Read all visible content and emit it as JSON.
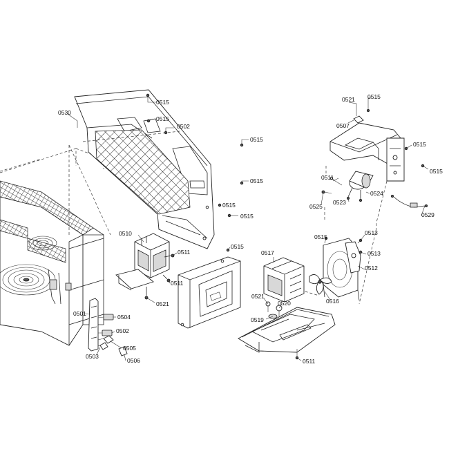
{
  "labels": [
    {
      "id": "l0515a",
      "text": "0515"
    },
    {
      "id": "l0530",
      "text": "0530"
    },
    {
      "id": "l0515b",
      "text": "0515"
    },
    {
      "id": "l0502a",
      "text": "0502"
    },
    {
      "id": "l0515c",
      "text": "0515"
    },
    {
      "id": "l0515d",
      "text": "0515"
    },
    {
      "id": "l0515e",
      "text": "0515"
    },
    {
      "id": "l0515f",
      "text": "0515"
    },
    {
      "id": "l0510",
      "text": "0510"
    },
    {
      "id": "l0511a",
      "text": "0511"
    },
    {
      "id": "l0511b",
      "text": "0511"
    },
    {
      "id": "l0521a",
      "text": "0521"
    },
    {
      "id": "l0515g",
      "text": "0515"
    },
    {
      "id": "l0501",
      "text": "0501"
    },
    {
      "id": "l0504",
      "text": "0504"
    },
    {
      "id": "l0502b",
      "text": "0502"
    },
    {
      "id": "l0505",
      "text": "0505"
    },
    {
      "id": "l0503",
      "text": "0503"
    },
    {
      "id": "l0506",
      "text": "0506"
    },
    {
      "id": "l0521b",
      "text": "0521"
    },
    {
      "id": "l0515h",
      "text": "0515"
    },
    {
      "id": "l0507",
      "text": "0507"
    },
    {
      "id": "l0515i",
      "text": "0515"
    },
    {
      "id": "l0515j",
      "text": "0515"
    },
    {
      "id": "l0511c",
      "text": "0511"
    },
    {
      "id": "l0524",
      "text": "0524"
    },
    {
      "id": "l0523",
      "text": "0523"
    },
    {
      "id": "l0525",
      "text": "0525"
    },
    {
      "id": "l0529",
      "text": "0529"
    },
    {
      "id": "l0515k",
      "text": "0515"
    },
    {
      "id": "l0513a",
      "text": "0513"
    },
    {
      "id": "l0513b",
      "text": "0513"
    },
    {
      "id": "l0512",
      "text": "0512"
    },
    {
      "id": "l0517",
      "text": "0517"
    },
    {
      "id": "l0516",
      "text": "0516"
    },
    {
      "id": "l0521c",
      "text": "0521"
    },
    {
      "id": "l0520",
      "text": "0520"
    },
    {
      "id": "l0519",
      "text": "0519"
    },
    {
      "id": "l0511d",
      "text": "0511"
    }
  ]
}
